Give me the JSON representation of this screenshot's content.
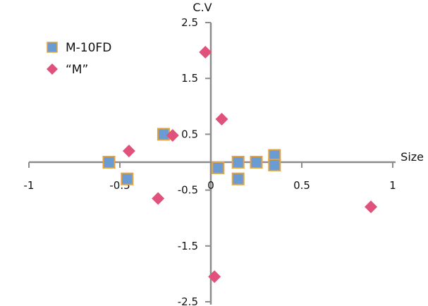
{
  "chart_data": {
    "type": "scatter",
    "xlabel": "Size",
    "ylabel": "C.V",
    "xlim": [
      -1,
      1
    ],
    "ylim": [
      -2.5,
      2.5
    ],
    "x_ticks": [
      -1,
      -0.5,
      0,
      0.5,
      1
    ],
    "x_tick_labels": [
      "-1",
      "-0.5",
      "0",
      "0.5",
      "1"
    ],
    "y_ticks": [
      -2.5,
      -1.5,
      -0.5,
      0.5,
      1.5,
      2.5
    ],
    "y_tick_labels": [
      "-2.5",
      "-1.5",
      "-0.5",
      "0.5",
      "1.5",
      "2.5"
    ],
    "grid": false,
    "legend_position": "top-left",
    "series": [
      {
        "name": "M-10FD",
        "marker": "square",
        "color": "#6a9bd2",
        "edge_color": "#e8a23c",
        "points": [
          {
            "x": -0.56,
            "y": 0.0
          },
          {
            "x": -0.46,
            "y": -0.3
          },
          {
            "x": -0.26,
            "y": 0.5
          },
          {
            "x": 0.04,
            "y": -0.1
          },
          {
            "x": 0.15,
            "y": 0.0
          },
          {
            "x": 0.15,
            "y": -0.3
          },
          {
            "x": 0.25,
            "y": 0.0
          },
          {
            "x": 0.35,
            "y": 0.12
          },
          {
            "x": 0.35,
            "y": -0.05
          }
        ]
      },
      {
        "name": "“M”",
        "marker": "diamond",
        "color": "#e0517b",
        "points": [
          {
            "x": -0.45,
            "y": 0.2
          },
          {
            "x": -0.29,
            "y": -0.65
          },
          {
            "x": -0.21,
            "y": 0.48
          },
          {
            "x": -0.03,
            "y": 1.97
          },
          {
            "x": 0.02,
            "y": -2.05
          },
          {
            "x": 0.06,
            "y": 0.77
          },
          {
            "x": 0.88,
            "y": -0.8
          }
        ]
      }
    ]
  }
}
